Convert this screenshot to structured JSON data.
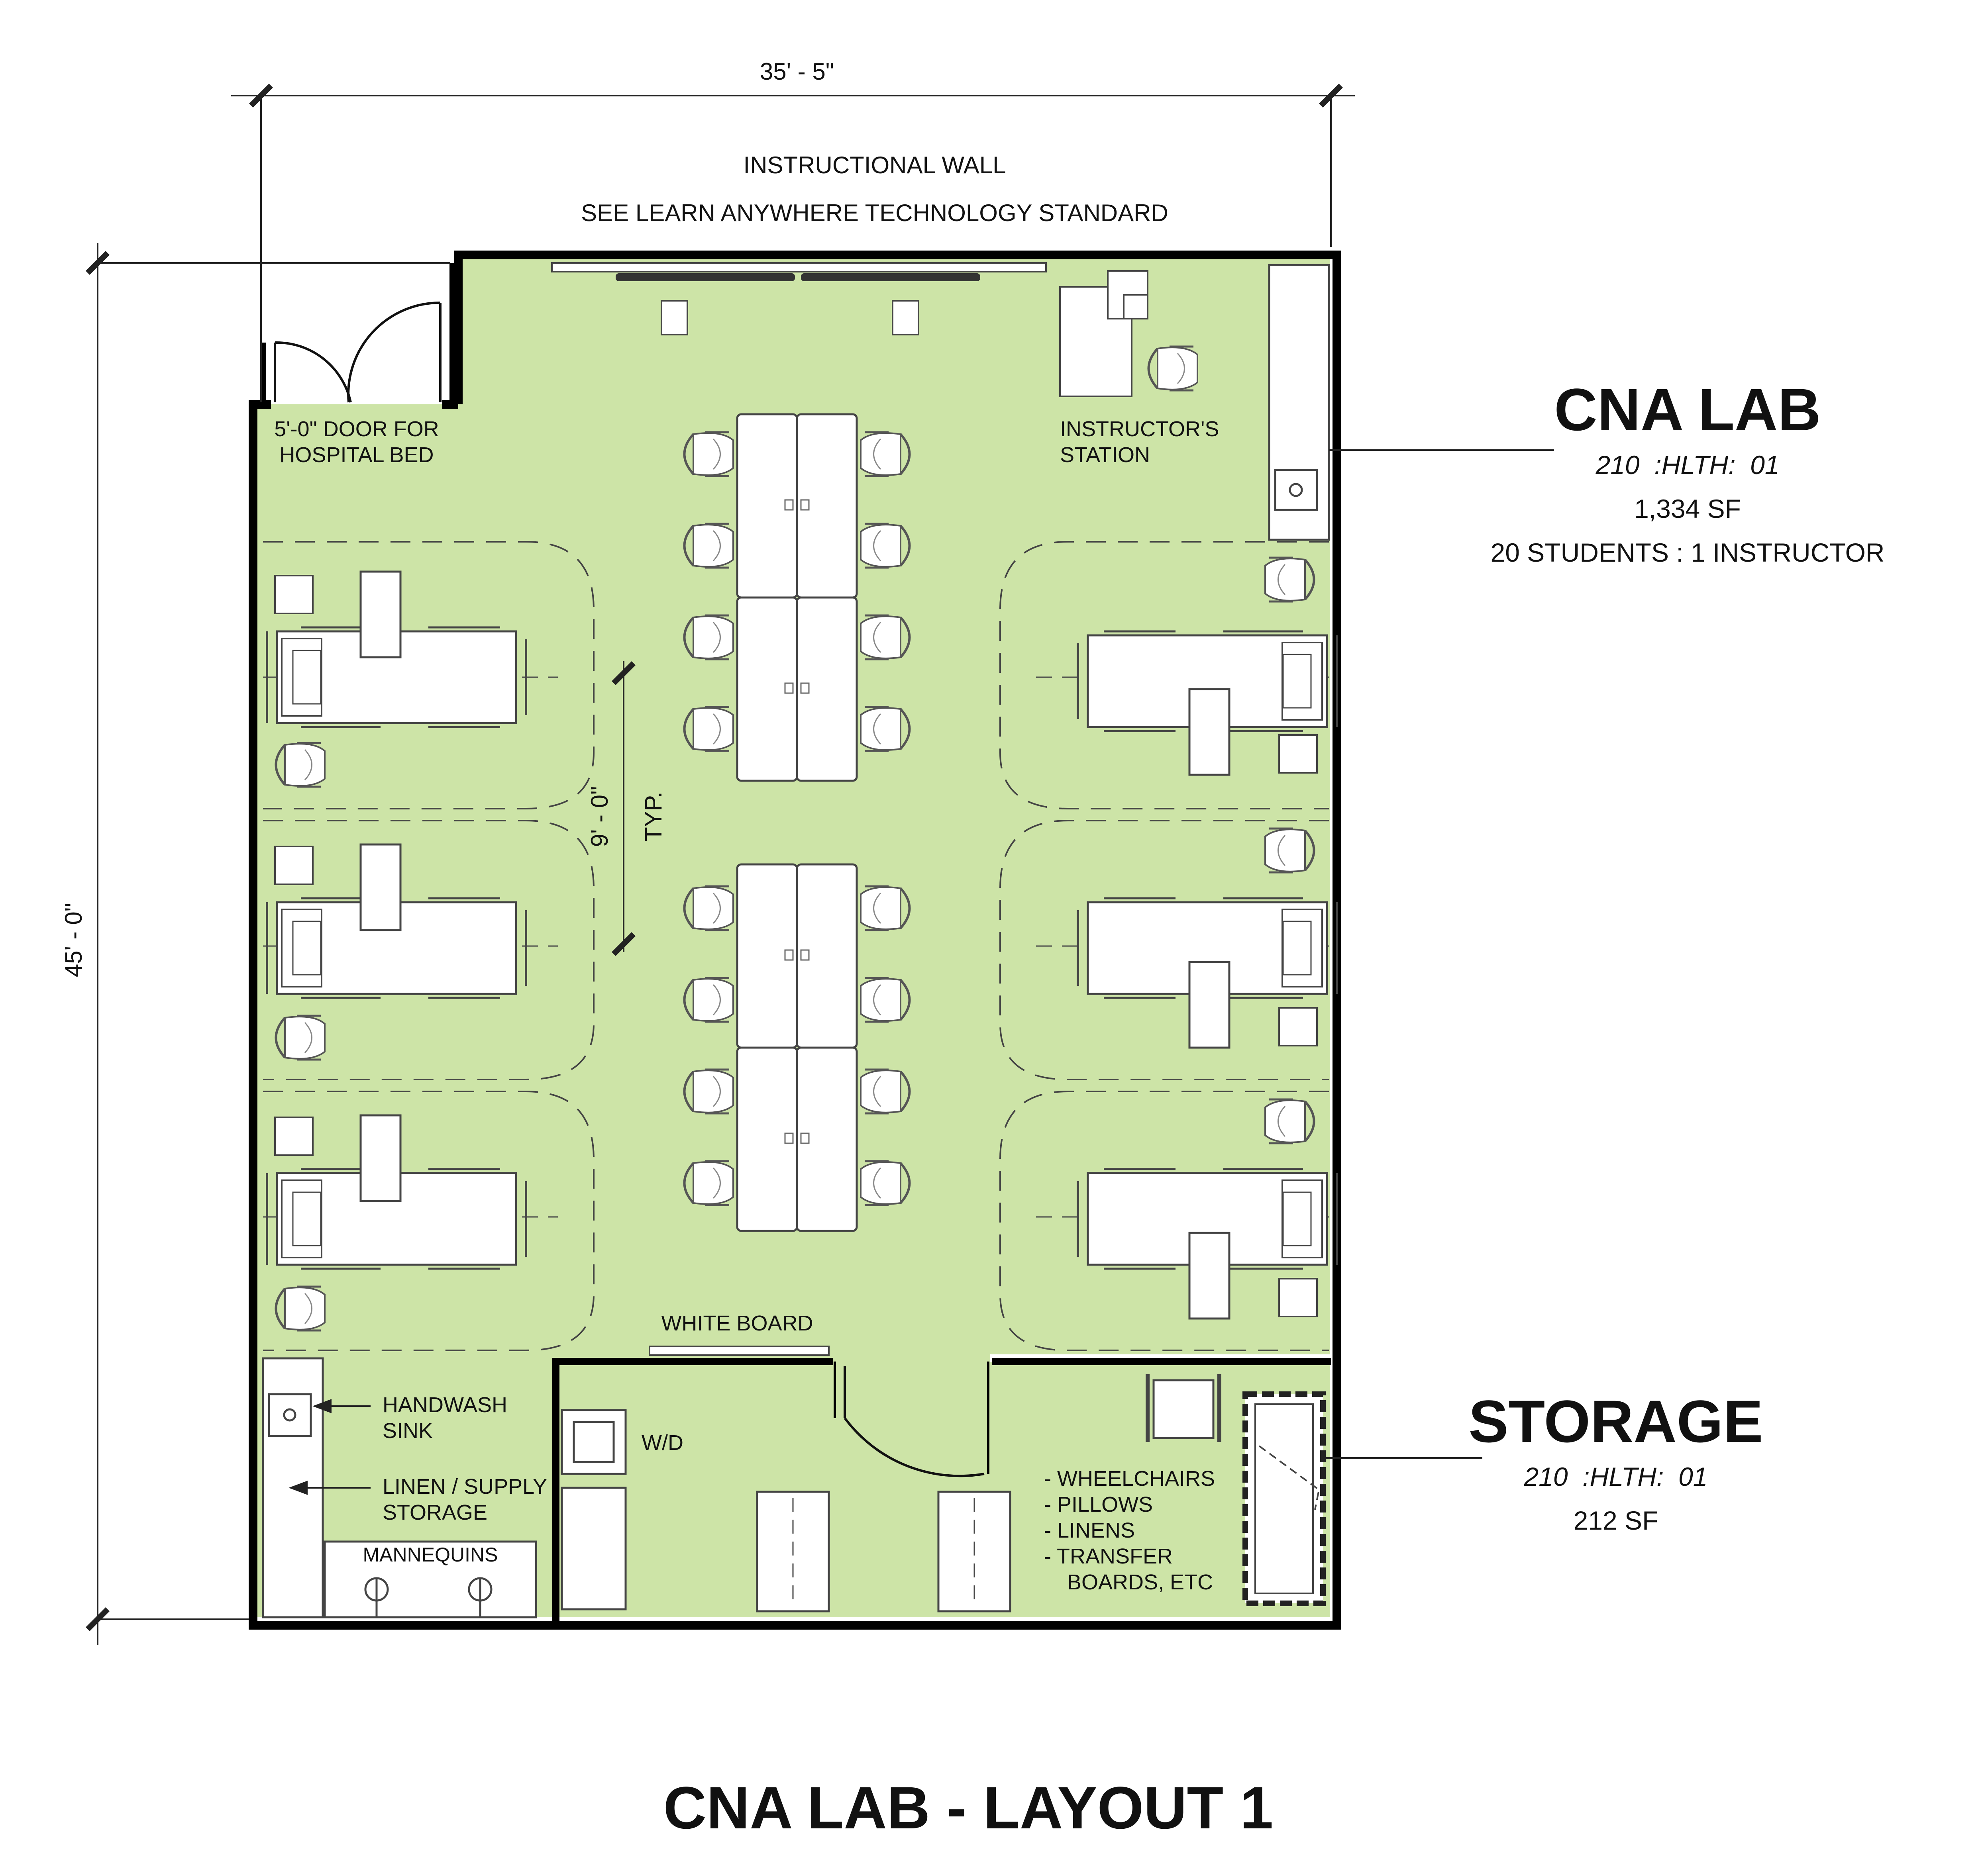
{
  "drawing_title": "CNA LAB - LAYOUT 1",
  "dimensions": {
    "width": "35' - 5\"",
    "height": "45' - 0\"",
    "bay_spacing": "9' - 0\"",
    "bay_spacing_note": "TYP."
  },
  "instructional_wall": {
    "line1": "INSTRUCTIONAL WALL",
    "line2": "SEE LEARN ANYWHERE TECHNOLOGY STANDARD"
  },
  "rooms": {
    "lab": {
      "name": "CNA LAB",
      "code": "210  :HLTH:  01",
      "area": "1,334 SF",
      "capacity": "20 STUDENTS : 1 INSTRUCTOR"
    },
    "storage": {
      "name": "STORAGE",
      "code": "210  :HLTH:  01",
      "area": "212 SF"
    }
  },
  "labels": {
    "door_line1": "5'-0\" DOOR FOR",
    "door_line2": "HOSPITAL BED",
    "instructor_line1": "INSTRUCTOR'S",
    "instructor_line2": "STATION",
    "white_board": "WHITE BOARD",
    "sink_line1": "HANDWASH",
    "sink_line2": "SINK",
    "linen_line1": "LINEN / SUPPLY",
    "linen_line2": "STORAGE",
    "mannequins": "MANNEQUINS",
    "wd": "W/D",
    "storage_list": [
      "- WHEELCHAIRS",
      "- PILLOWS",
      "- LINENS",
      "- TRANSFER",
      "  BOARDS, ETC"
    ]
  },
  "colors": {
    "floor": "#cde4a7",
    "wall": "#000000",
    "furniture": "#ffffff",
    "furniture_stroke": "#444444"
  }
}
